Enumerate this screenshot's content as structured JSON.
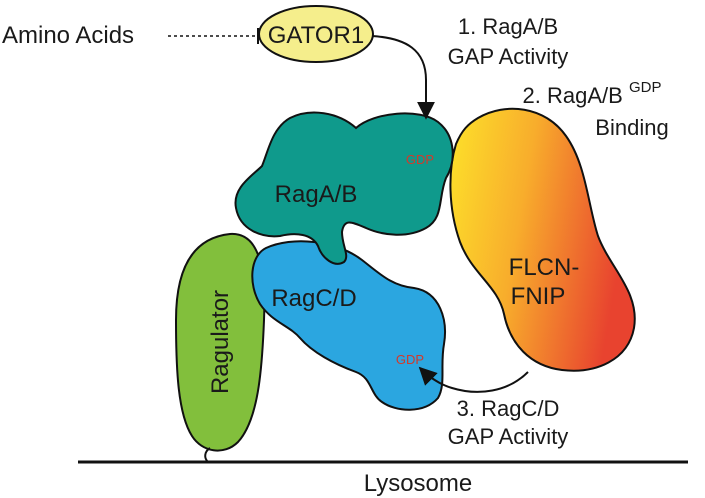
{
  "inputs": {
    "amino_acids": "Amino Acids"
  },
  "complexes": {
    "gator1": "GATOR1",
    "rag_ab": "RagA/B",
    "rag_cd": "RagC/D",
    "ragulator": "Ragulator",
    "flcn_fnip_line1": "FLCN-",
    "flcn_fnip_line2": "FNIP"
  },
  "nucleotides": {
    "rag_ab_state": "GDP",
    "rag_cd_state": "GDP"
  },
  "steps": {
    "step1_line1": "1. RagA/B",
    "step1_line2": "GAP Activity",
    "step2_line1": "2. RagA/B",
    "step2_superscript": "GDP",
    "step2_line2": "Binding",
    "step3_line1": "3. RagC/D",
    "step3_line2": "GAP Activity"
  },
  "membrane": {
    "label": "Lysosome"
  },
  "colors": {
    "gator1": "#f5ee8c",
    "rag_ab": "#0f9a8c",
    "rag_cd": "#2ba6e0",
    "ragulator": "#82bf3c",
    "flcn_gradient_start": "#fde22a",
    "flcn_gradient_mid": "#f6a42c",
    "flcn_gradient_end": "#e8432f",
    "gdp_text": "#d23a2b"
  }
}
